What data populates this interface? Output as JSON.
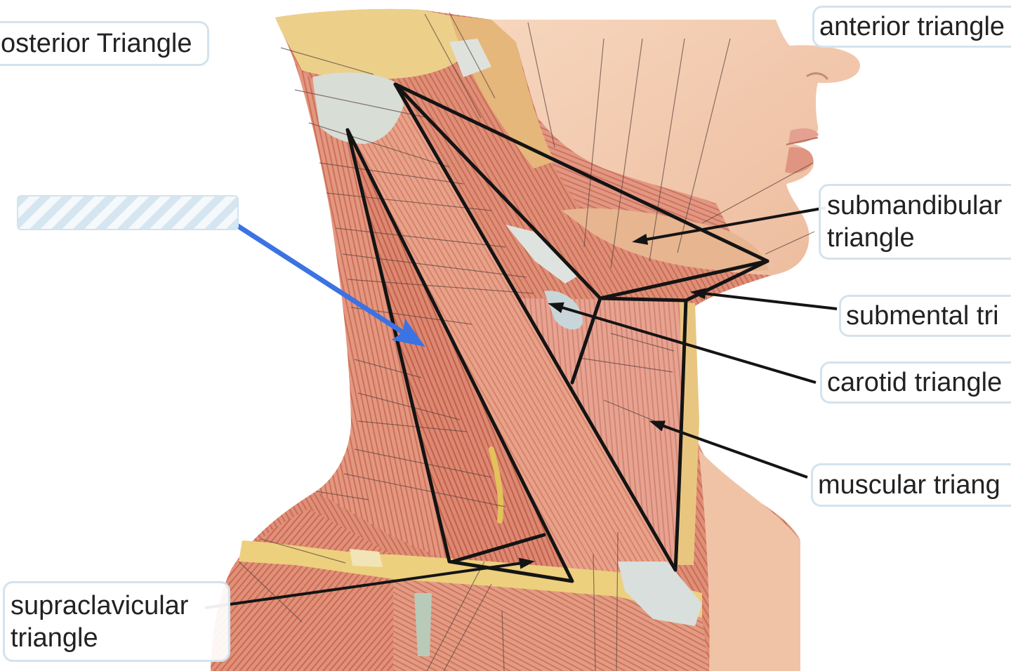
{
  "labels": {
    "posterior": "osterior Triangle",
    "anterior": "anterior triangle",
    "submandibular": [
      "submandibular",
      "triangle"
    ],
    "submental": "submental tri",
    "carotid": "carotid triangle",
    "muscular": "muscular triang",
    "supraclavicular": [
      "supraclavicular",
      "triangle"
    ]
  },
  "colors": {
    "outline": "#141414",
    "label_border": "#d3e3ee",
    "hatch": "#d6e6f1",
    "highlight_arrow": "#3b73e3"
  }
}
